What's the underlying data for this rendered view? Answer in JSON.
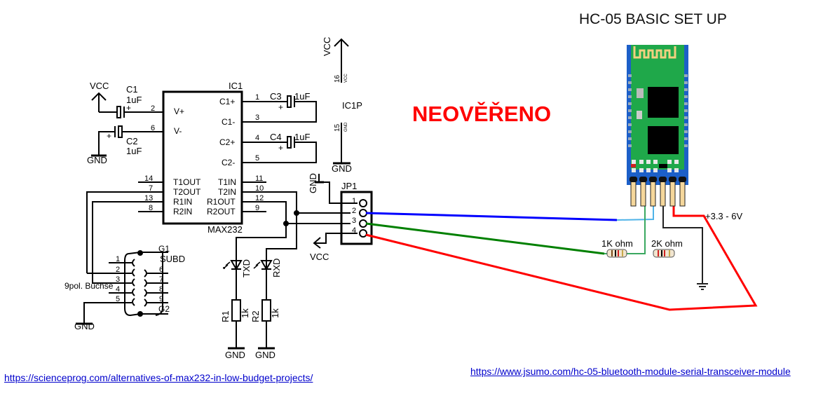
{
  "title": "HC-05 BASIC SET UP",
  "status_stamp": "NEOVĚŘENO",
  "links": {
    "left": "https://scienceprog.com/alternatives-of-max232-in-low-budget-projects/",
    "right": "https://www.jsumo.com/hc-05-bluetooth-module-serial-transceiver-module"
  },
  "ic1": {
    "ref": "IC1",
    "part": "MAX232",
    "left_pins": [
      {
        "num": "2",
        "name": "V+"
      },
      {
        "num": "6",
        "name": "V-"
      },
      {
        "num": "14",
        "name": "T1OUT"
      },
      {
        "num": "7",
        "name": "T2OUT"
      },
      {
        "num": "13",
        "name": "R1IN"
      },
      {
        "num": "8",
        "name": "R2IN"
      }
    ],
    "right_pins": [
      {
        "num": "1",
        "name": "C1+"
      },
      {
        "num": "3",
        "name": "C1-"
      },
      {
        "num": "4",
        "name": "C2+"
      },
      {
        "num": "5",
        "name": "C2-"
      },
      {
        "num": "11",
        "name": "T1IN"
      },
      {
        "num": "10",
        "name": "T2IN"
      },
      {
        "num": "12",
        "name": "R1OUT"
      },
      {
        "num": "9",
        "name": "R2OUT"
      }
    ]
  },
  "ic1p": {
    "ref": "IC1P",
    "vcc_pin": "16",
    "vcc_name": "VCC",
    "gnd_pin": "15",
    "gnd_name": "GND"
  },
  "capacitors": [
    {
      "ref": "C1",
      "value": "1uF"
    },
    {
      "ref": "C2",
      "value": "1uF"
    },
    {
      "ref": "C3",
      "value": "1uF"
    },
    {
      "ref": "C4",
      "value": "1uF"
    }
  ],
  "plus_sign": "+",
  "power": {
    "vcc": "VCC",
    "gnd": "GND"
  },
  "jp1": {
    "ref": "JP1",
    "pins": [
      "1",
      "2",
      "3",
      "4"
    ]
  },
  "subd": {
    "ref": "SUBD",
    "label": "9pol. Buchse",
    "g1": "G1",
    "g2": "G2",
    "left_pins": [
      "1",
      "2",
      "3",
      "4",
      "5"
    ],
    "right_pins": [
      "6",
      "7",
      "8",
      "9"
    ]
  },
  "leds": [
    {
      "label": "TXD"
    },
    {
      "label": "RXD"
    }
  ],
  "resistors": [
    {
      "ref": "R1",
      "value": "1k"
    },
    {
      "ref": "R2",
      "value": "1k"
    }
  ],
  "hc05": {
    "divider": [
      {
        "label": "1K ohm"
      },
      {
        "label": "2K ohm"
      }
    ],
    "supply": "+3.3 - 6V"
  },
  "colors": {
    "wire_tx": "#0000ff",
    "wire_rx": "#008000",
    "wire_vcc": "#ff0000",
    "module_pcb": "#1fa84a",
    "module_edge": "#1c5fc8",
    "pin_gold": "#f5d79b",
    "warn": "#ff0000",
    "link": "#0000cc"
  }
}
